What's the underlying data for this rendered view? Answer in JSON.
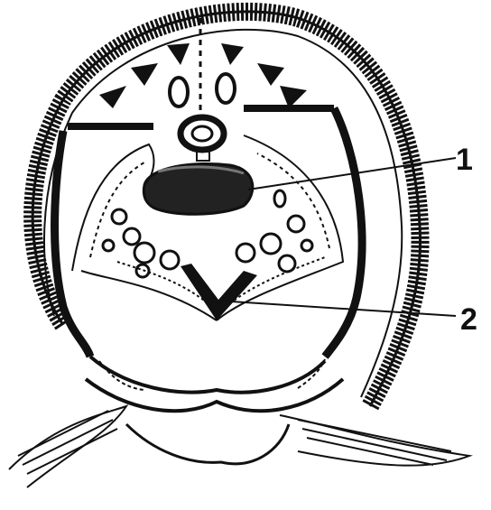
{
  "labels": [
    {
      "id": "label-1",
      "text": "1"
    },
    {
      "id": "label-2",
      "text": "2"
    }
  ],
  "colors": {
    "ink": "#111111",
    "paper": "#ffffff"
  }
}
